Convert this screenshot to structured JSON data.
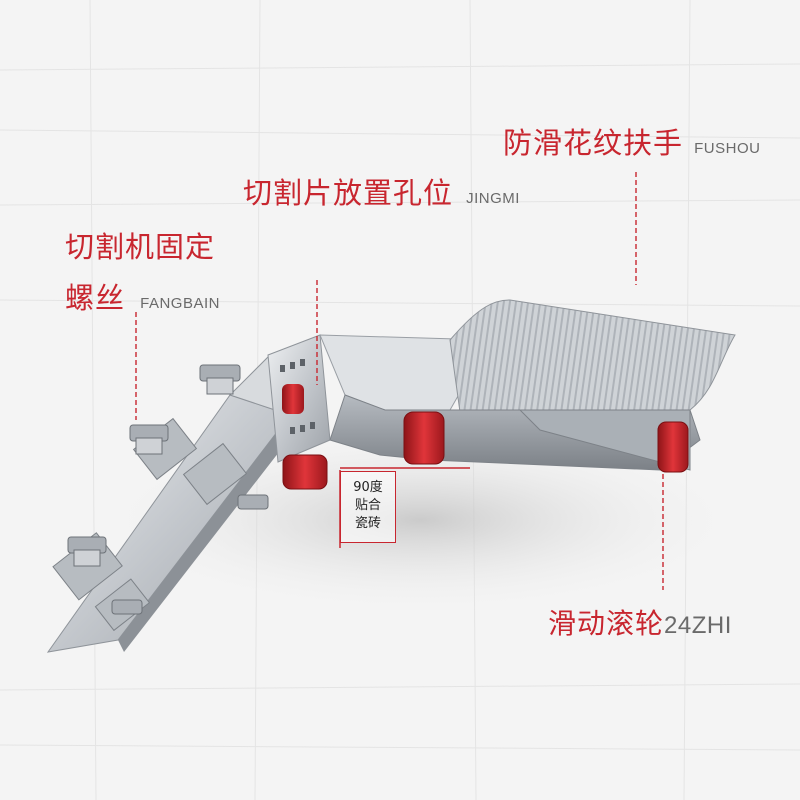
{
  "colors": {
    "accent": "#c8262f",
    "aluminum": "#c9ccd0",
    "roller": "#d32a2e",
    "background": "#f4f4f4"
  },
  "labels": {
    "handle": {
      "cn": "防滑花纹扶手",
      "en": "FUSHOU"
    },
    "slot": {
      "cn": "切割片放置孔位",
      "en": "JINGMI"
    },
    "screw": {
      "cn_line1": "切割机固定",
      "cn_line2": "螺丝",
      "en": "FANGBAIN"
    },
    "roller": {
      "cn": "滑动滚轮",
      "en": "24ZHI"
    }
  },
  "badge": {
    "line1": "90度",
    "line2": "贴合",
    "line3": "瓷砖"
  }
}
